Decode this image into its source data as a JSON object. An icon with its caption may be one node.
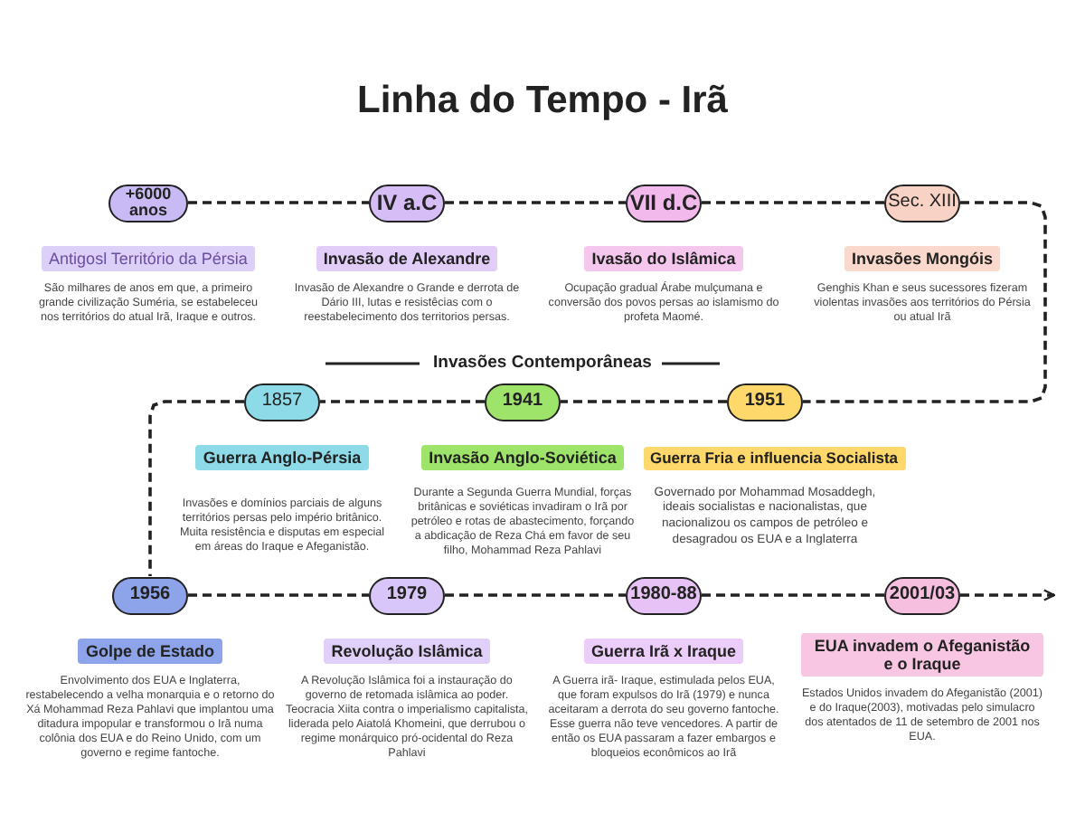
{
  "diagram": {
    "title": "Linha do Tempo - Irã",
    "nodes": [
      {
        "text": [
          "+6000 anos"
        ],
        "beside": [
          "Antigosl Território da Pérsia",
          "São milhares de anos em que, a primeiro grande civilização Suméria, se estabeleceu nos territórios do atual Irã, Iraque e outros."
        ]
      },
      {
        "text": [
          "IV a.C"
        ],
        "beside": [
          "Invasão de Alexandre",
          "Invasão de Alexandre o Grande e derrota de Dário III, lutas e resistêcias com o reestabelecimento dos territorios persas."
        ]
      },
      {
        "text": [
          "VII d.C"
        ],
        "beside": [
          "Ivasão do Islâmica",
          "Ocupação gradual Árabe mulçumana e conversão dos povos persas ao islamismo do profeta Maomé."
        ]
      },
      {
        "text": [
          "Sec. XIII"
        ],
        "beside": [
          "Invasões Mongóis",
          "Genghis Khan e seus sucessores fizeram violentas invasões aos territórios do Pérsia ou atual Irã"
        ]
      },
      {
        "text": [
          "1857"
        ],
        "beside": [
          "Guerra Anglo-Pérsia",
          "Invasões e domínios parciais de alguns territórios persas pelo império britânico. Muita resistência e disputas em especial em áreas do Iraque e Afeganistão."
        ]
      },
      {
        "text": [
          "1941"
        ],
        "beside": [
          "Invasão Anglo-Soviética",
          "Durante a Segunda Guerra Mundial, forças britânicas e soviéticas invadiram o Irã por petróleo e rotas de abastecimento, forçando a abdicação de Reza Chá em favor de seu filho, Mohammad Reza Pahlavi"
        ]
      },
      {
        "text": [
          "1951"
        ],
        "beside": [
          "Guerra Fria e influencia Socialista",
          "Governado por Mohammad Mosaddegh, ideais socialistas e nacionalistas, que nacionalizou os campos de petróleo e desagradou os EUA e a Inglaterra"
        ]
      },
      {
        "text": [
          "1956"
        ],
        "beside": [
          "Golpe de Estado",
          "Envolvimento dos EUA e Inglaterra, restabelecendo a velha monarquia e o retorno do Xá Mohammad Reza Pahlavi que implantou uma ditadura impopular e transformou o Irã numa colônia dos EUA e do Reino Unido, com um governo e regime fantoche."
        ]
      },
      {
        "text": [
          "1979"
        ],
        "beside": [
          "Revolução Islâmica",
          "A Revolução Islâmica foi a instauração do governo de retomada islâmica ao poder. Teocracia Xiita contra o imperialismo capitalista, liderada pelo Aiatolá Khomeini, que derrubou o regime monárquico pró-ocidental do Reza Pahlavi"
        ]
      },
      {
        "text": [
          "1980-88"
        ],
        "beside": [
          "Guerra Irã x Iraque",
          "A Guerra irã- Iraque, estimulada pelos EUA, que foram expulsos do Irã (1979) e nunca aceitaram a derrota do seu governo fantoche. Esse guerra não teve vencedores. A partir de então os EUA passaram a fazer embargos e bloqueios econômicos ao Irã"
        ]
      },
      {
        "text": [
          "2001/03"
        ],
        "beside": [
          "EUA invadem o Afeganistão e o Iraque",
          "Estados Unidos invadem do Afeganistão (2001) e do Iraque(2003), motivadas pelo simulacro dos atentados de 11 de setembro de 2001 nos EUA."
        ]
      }
    ],
    "edges": [
      {
        "from": 0,
        "to": 1,
        "arrow": "none",
        "style": "dashed"
      },
      {
        "from": 1,
        "to": 2,
        "arrow": "none",
        "style": "dashed"
      },
      {
        "from": 2,
        "to": 3,
        "arrow": "none",
        "style": "dashed"
      },
      {
        "from": 3,
        "to": 6,
        "arrow": "none",
        "style": "dashed"
      },
      {
        "from": 6,
        "to": 5,
        "arrow": "none",
        "style": "dashed"
      },
      {
        "from": 5,
        "to": 4,
        "arrow": "none",
        "style": "dashed"
      },
      {
        "from": 4,
        "to": 7,
        "arrow": "none",
        "style": "dashed"
      },
      {
        "from": 7,
        "to": 8,
        "arrow": "none",
        "style": "dashed"
      },
      {
        "from": 8,
        "to": 9,
        "arrow": "none",
        "style": "dashed"
      },
      {
        "from": 9,
        "to": 10,
        "arrow": "none",
        "style": "dashed"
      },
      {
        "from": 10,
        "to": null,
        "arrow": "to",
        "style": "dashed"
      }
    ],
    "labels": [
      "Invasões Contemporâneas"
    ]
  }
}
